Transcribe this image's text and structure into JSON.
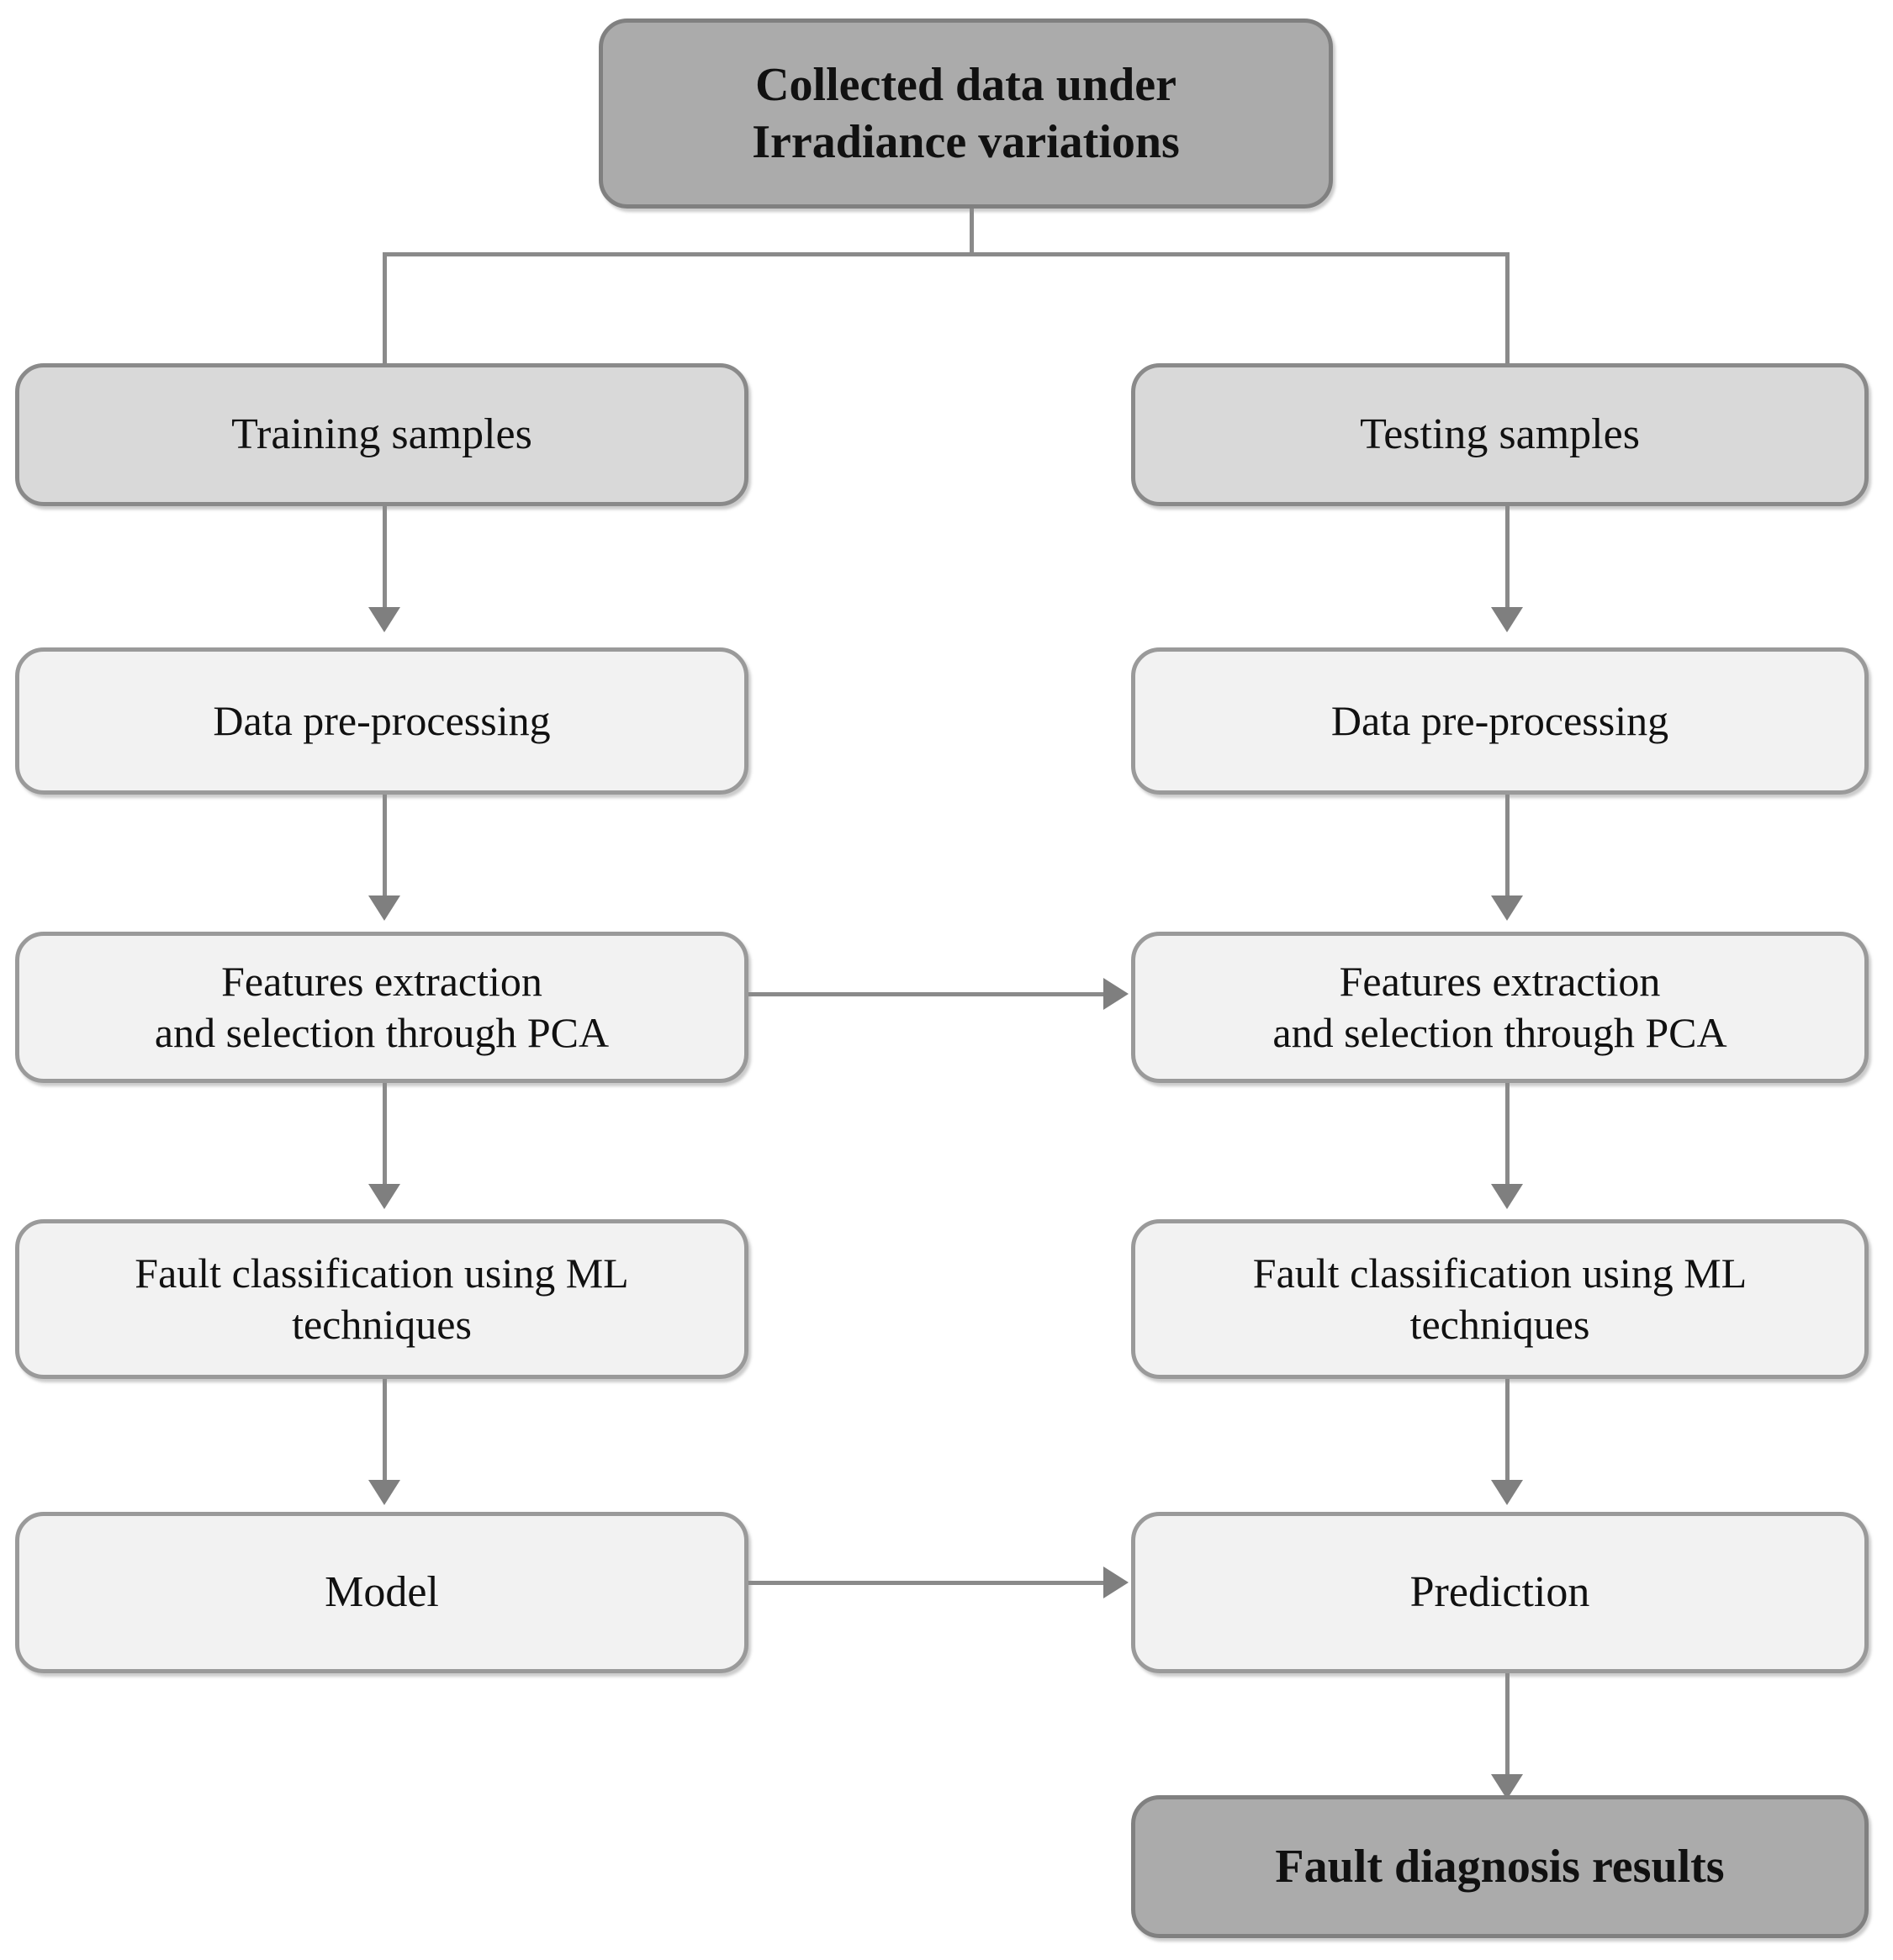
{
  "diagram": {
    "title_node": "Collected data under\nIrradiance variations",
    "colors": {
      "node_dark_fill": "#ABABAB",
      "node_mid_fill": "#D9D9D9",
      "node_light_fill": "#F2F2F2",
      "border": "#8A8A8A",
      "connector": "#8A8A8A",
      "arrowhead": "#7F7F7F",
      "text": "#111111",
      "background": "#FFFFFF"
    },
    "nodes": {
      "collected_data": "Collected data under\nIrradiance variations",
      "training_samples": "Training samples",
      "testing_samples": "Testing samples",
      "train_preprocessing": "Data pre-processing",
      "test_preprocessing": "Data pre-processing",
      "train_features": "Features extraction\nand selection through PCA",
      "test_features": "Features extraction\nand selection through PCA",
      "train_classification": "Fault classification using ML\ntechniques",
      "test_classification": "Fault classification using ML\ntechniques",
      "model": "Model",
      "prediction": "Prediction",
      "results": "Fault diagnosis results"
    },
    "edges": [
      {
        "from": "collected_data",
        "to": "training_samples",
        "kind": "branch-left"
      },
      {
        "from": "collected_data",
        "to": "testing_samples",
        "kind": "branch-right"
      },
      {
        "from": "training_samples",
        "to": "train_preprocessing",
        "kind": "down-arrow"
      },
      {
        "from": "train_preprocessing",
        "to": "train_features",
        "kind": "down-arrow"
      },
      {
        "from": "train_features",
        "to": "train_classification",
        "kind": "down-arrow"
      },
      {
        "from": "train_classification",
        "to": "model",
        "kind": "down-arrow"
      },
      {
        "from": "testing_samples",
        "to": "test_preprocessing",
        "kind": "down-arrow"
      },
      {
        "from": "test_preprocessing",
        "to": "test_features",
        "kind": "down-arrow"
      },
      {
        "from": "test_features",
        "to": "test_classification",
        "kind": "down-arrow"
      },
      {
        "from": "test_classification",
        "to": "prediction",
        "kind": "down-arrow"
      },
      {
        "from": "train_features",
        "to": "test_features",
        "kind": "right-arrow"
      },
      {
        "from": "model",
        "to": "prediction",
        "kind": "right-arrow"
      },
      {
        "from": "prediction",
        "to": "results",
        "kind": "down-arrow"
      }
    ]
  }
}
